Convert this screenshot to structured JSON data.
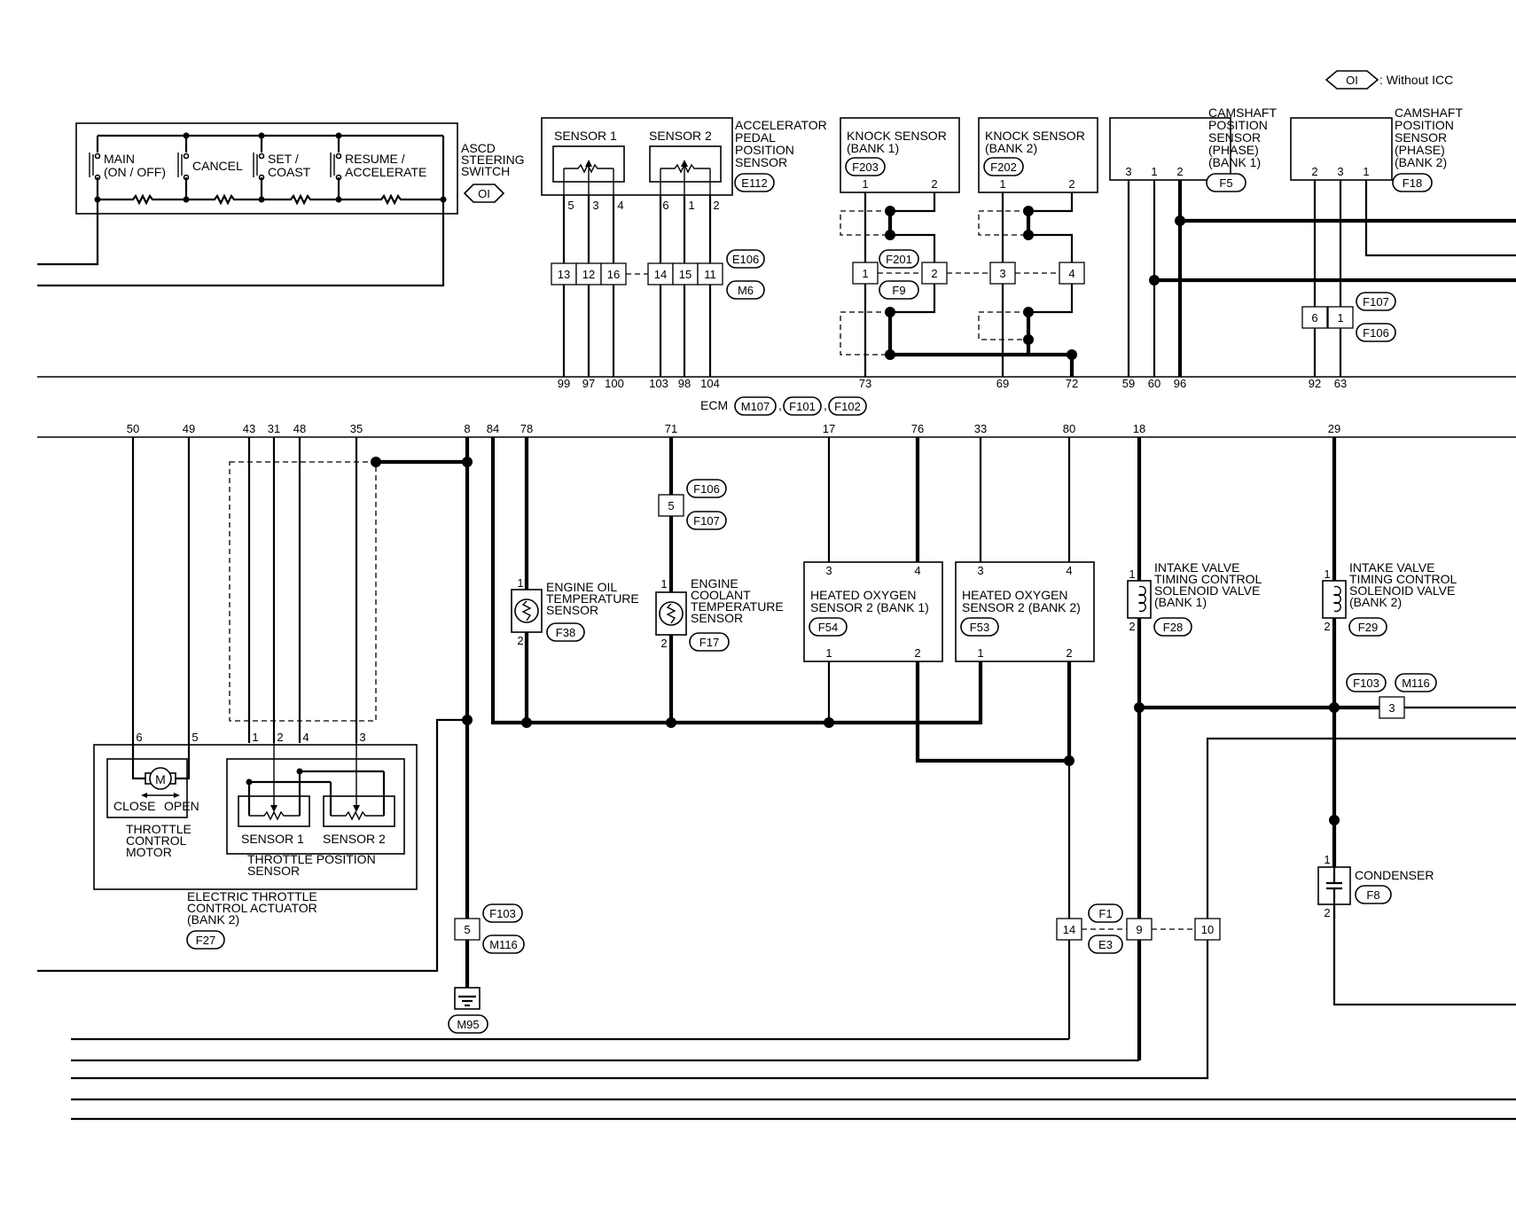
{
  "legend": {
    "code": "OI",
    "text": ": Without ICC"
  },
  "ascd": {
    "title": [
      "ASCD",
      "STEERING",
      "SWITCH"
    ],
    "code": "OI",
    "switches": [
      {
        "label": [
          "MAIN",
          "(ON / OFF)"
        ]
      },
      {
        "label": [
          "CANCEL"
        ]
      },
      {
        "label": [
          "SET /",
          "COAST"
        ]
      },
      {
        "label": [
          "RESUME /",
          "ACCELERATE"
        ]
      }
    ]
  },
  "app_sensor": {
    "title": [
      "ACCELERATOR",
      "PEDAL",
      "POSITION",
      "SENSOR"
    ],
    "code": "E112",
    "sensor1": "SENSOR 1",
    "sensor2": "SENSOR 2",
    "pins1": [
      "5",
      "3",
      "4"
    ],
    "pins2": [
      "6",
      "1",
      "2"
    ],
    "joint_pins1": [
      "13",
      "12",
      "16"
    ],
    "joint_pins2": [
      "14",
      "15",
      "11"
    ],
    "joint_codes": [
      "E106",
      "M6"
    ]
  },
  "knock1": {
    "title": [
      "KNOCK SENSOR",
      "(BANK 1)"
    ],
    "code": "F203",
    "pins": [
      "1",
      "2"
    ]
  },
  "knock2": {
    "title": [
      "KNOCK SENSOR",
      "(BANK 2)"
    ],
    "code": "F202",
    "pins": [
      "1",
      "2"
    ]
  },
  "knock_joint": {
    "pins": [
      "1",
      "2",
      "3",
      "4"
    ],
    "codes": [
      "F201",
      "F9"
    ]
  },
  "cmp1": {
    "title": [
      "CAMSHAFT",
      "POSITION",
      "SENSOR",
      "(PHASE)",
      "(BANK 1)"
    ],
    "code": "F5",
    "pins": [
      "3",
      "1",
      "2"
    ]
  },
  "cmp2": {
    "title": [
      "CAMSHAFT",
      "POSITION",
      "SENSOR",
      "(PHASE)",
      "(BANK 2)"
    ],
    "code": "F18",
    "pins": [
      "2",
      "3",
      "1"
    ]
  },
  "cmp2_joint": {
    "pins": [
      "6",
      "1"
    ],
    "codes": [
      "F107",
      "F106"
    ]
  },
  "ecm": {
    "label": "ECM",
    "codes": [
      "M107",
      "F101",
      "F102"
    ],
    "top_pins": [
      "99",
      "97",
      "100",
      "103",
      "98",
      "104",
      "73",
      "69",
      "72",
      "59",
      "60",
      "96",
      "92",
      "63"
    ],
    "bottom_pins": [
      "50",
      "49",
      "43",
      "31",
      "48",
      "35",
      "8",
      "84",
      "78",
      "71",
      "17",
      "76",
      "33",
      "80",
      "18",
      "29"
    ]
  },
  "coolant_joint": {
    "pin": "5",
    "codes": [
      "F106",
      "F107"
    ]
  },
  "oil_temp": {
    "title": [
      "ENGINE OIL",
      "TEMPERATURE",
      "SENSOR"
    ],
    "code": "F38",
    "pins": [
      "1",
      "2"
    ]
  },
  "coolant_temp": {
    "title": [
      "ENGINE",
      "COOLANT",
      "TEMPERATURE",
      "SENSOR"
    ],
    "code": "F17",
    "pins": [
      "1",
      "2"
    ]
  },
  "ho2s1": {
    "title": [
      "HEATED OXYGEN",
      "SENSOR 2 (BANK 1)"
    ],
    "code": "F54",
    "pins_top": [
      "3",
      "4"
    ],
    "pins_bottom": [
      "1",
      "2"
    ]
  },
  "ho2s2": {
    "title": [
      "HEATED OXYGEN",
      "SENSOR 2 (BANK 2)"
    ],
    "code": "F53",
    "pins_top": [
      "3",
      "4"
    ],
    "pins_bottom": [
      "1",
      "2"
    ]
  },
  "ivt1": {
    "title": [
      "INTAKE VALVE",
      "TIMING CONTROL",
      "SOLENOID VALVE",
      "(BANK 1)"
    ],
    "code": "F28",
    "pins": [
      "1",
      "2"
    ]
  },
  "ivt2": {
    "title": [
      "INTAKE VALVE",
      "TIMING CONTROL",
      "SOLENOID VALVE",
      "(BANK 2)"
    ],
    "code": "F29",
    "pins": [
      "1",
      "2"
    ]
  },
  "ivt2_joint": {
    "pin": "3",
    "codes": [
      "F103",
      "M116"
    ]
  },
  "condenser": {
    "title": "CONDENSER",
    "code": "F8",
    "pins": [
      "1",
      "2"
    ]
  },
  "throttle": {
    "pins": [
      "6",
      "5",
      "1",
      "2",
      "4",
      "3"
    ],
    "motor_letter": "M",
    "close": "CLOSE",
    "open": "OPEN",
    "motor_label": [
      "THROTTLE",
      "CONTROL",
      "MOTOR"
    ],
    "sensor1": "SENSOR 1",
    "sensor2": "SENSOR 2",
    "tps_label": [
      "THROTTLE POSITION",
      "SENSOR"
    ],
    "actuator_label": [
      "ELECTRIC THROTTLE",
      "CONTROL ACTUATOR",
      "(BANK 2)"
    ],
    "code": "F27"
  },
  "ground_joint": {
    "pin": "5",
    "codes": [
      "F103",
      "M116"
    ]
  },
  "ground": {
    "code": "M95"
  },
  "f1e3_joint": {
    "pins": [
      "14",
      "9",
      "10"
    ],
    "codes": [
      "F1",
      "E3"
    ]
  }
}
